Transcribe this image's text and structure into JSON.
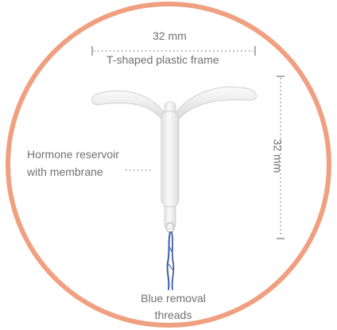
{
  "colors": {
    "circle_border": "#F0A080",
    "label_text": "#707070",
    "guide_line": "#909090",
    "device_body": "#F2F2F2",
    "device_outline": "#D4D4D4",
    "threads": "#3A5FB0"
  },
  "labels": {
    "top_dimension": "32 mm",
    "frame": "T-shaped plastic frame",
    "reservoir_line1": "Hormone reservoir",
    "reservoir_line2": "with membrane",
    "side_dimension": "32 mm",
    "threads_line1": "Blue removal",
    "threads_line2": "threads"
  }
}
